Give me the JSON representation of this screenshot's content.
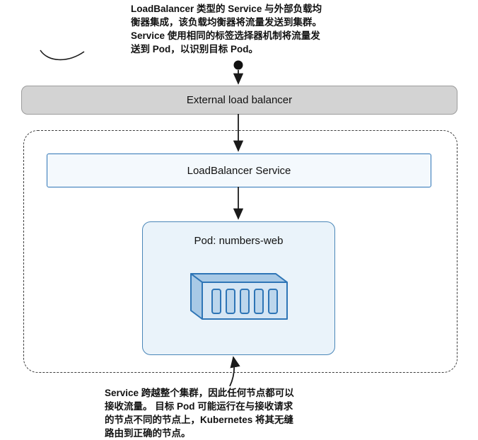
{
  "diagram": {
    "top_annotation": {
      "line1": "LoadBalancer 类型的 Service 与外部负载均",
      "line2": "衡器集成，该负载均衡器将流量发送到集群。",
      "line3": "Service 使用相同的标签选择器机制将流量发",
      "line4": "送到 Pod，以识别目标 Pod。"
    },
    "bottom_annotation": {
      "line1": "Service 跨越整个集群，因此任何节点都可以",
      "line2": "接收流量。 目标 Pod 可能运行在与接收请求",
      "line3": "的节点不同的节点上，Kubernetes 将其无缝",
      "line4": "路由到正确的节点。"
    },
    "nodes": {
      "external_lb_label": "External load balancer",
      "service_label": "LoadBalancer Service",
      "pod_label": "Pod: numbers-web"
    },
    "icons": {
      "container_icon": "container-icon"
    },
    "colors": {
      "lb_fill": "#d3d3d3",
      "lb_border": "#9c9c9c",
      "service_fill": "#f4f9fd",
      "service_border": "#2e75b6",
      "pod_fill": "#eaf3fa",
      "pod_border": "#4a86b8",
      "cluster_border": "#3d3d3d",
      "arrow": "#1a1a1a",
      "container_stroke": "#2e75b6",
      "container_front": "#d6e6f4",
      "container_top": "#a8c9e6",
      "container_slat": "#bcd6ec"
    }
  }
}
